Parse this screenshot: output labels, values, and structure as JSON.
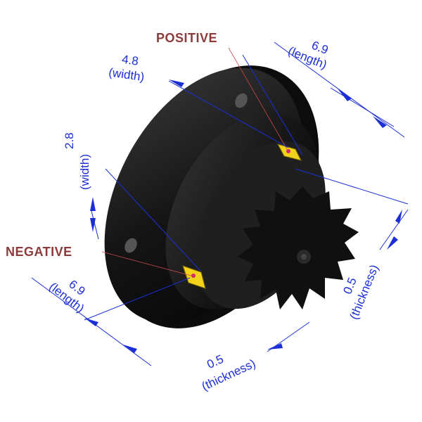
{
  "labels": {
    "positive": "POSITIVE",
    "negative": "NEGATIVE"
  },
  "dimensions": {
    "top_width": {
      "value": "4.8",
      "unit_label": "(width)"
    },
    "top_length": {
      "value": "6.9",
      "unit_label": "(length)"
    },
    "side_width": {
      "value": "2.8",
      "unit_label": "(width)"
    },
    "bottom_length": {
      "value": "6.9",
      "unit_label": "(length)"
    },
    "bottom_thickness": {
      "value": "0.5",
      "unit_label": "(thickness)"
    },
    "right_thickness": {
      "value": "0.5",
      "unit_label": "(thickness)"
    }
  },
  "colors": {
    "dimension": "#1c2fd6",
    "label": "#8c3b3b",
    "terminal": "#f2d21b",
    "body": "#1b1b1b"
  }
}
